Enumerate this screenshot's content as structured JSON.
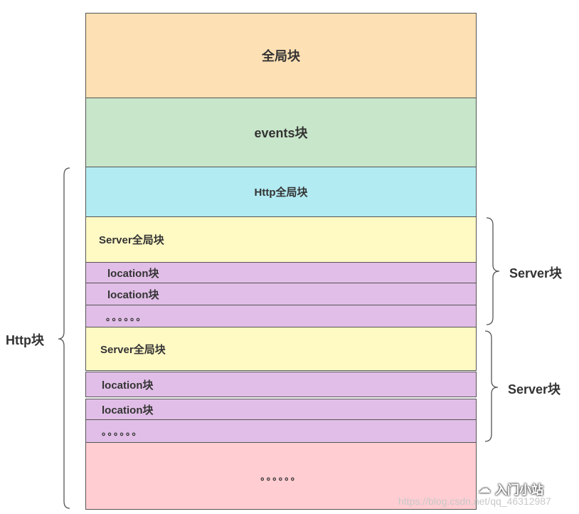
{
  "blocks": {
    "global": "全局块",
    "events": "events块",
    "http_global": "Http全局块",
    "server1_global": "Server全局块",
    "server1_location1": "location块",
    "server1_location2": "location块",
    "server1_ellipsis": "。。。。。。",
    "server2_global": "Server全局块",
    "server2_location1": "location块",
    "server2_location2": "location块",
    "server2_ellipsis": "。。。。。。",
    "http_ellipsis": "。。。。。。"
  },
  "brackets": {
    "http": "Http块",
    "server1": "Server块",
    "server2": "Server块"
  },
  "watermark": {
    "url": "https://blog.csdn.net/qq_46312987",
    "brand": "入门小站"
  },
  "colors": {
    "global": "#fde0b4",
    "events": "#c8e6ca",
    "http_global": "#b2ebf2",
    "server_global": "#fff9c4",
    "location": "#e1bee7",
    "http_rest": "#ffcdd2"
  }
}
